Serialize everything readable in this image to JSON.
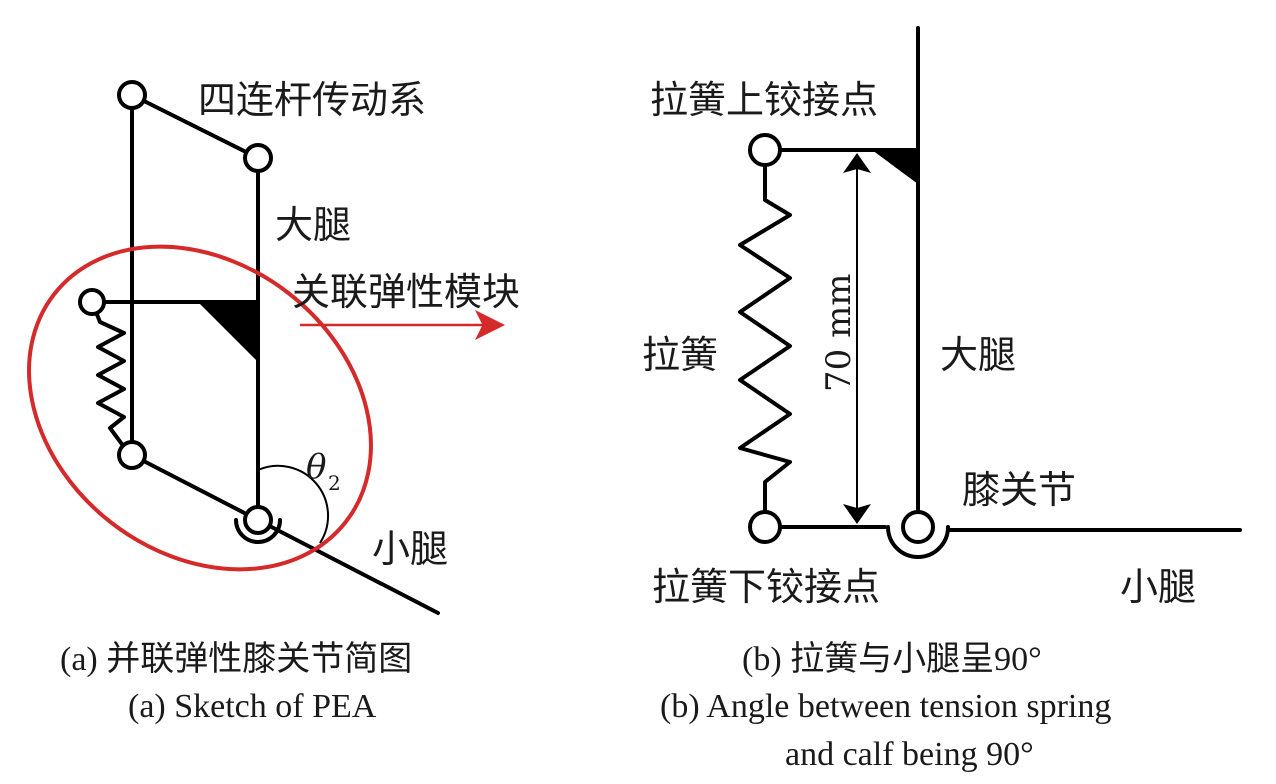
{
  "panel_a": {
    "label_linkage": "四连杆传动系",
    "label_thigh": "大腿",
    "label_module": "关联弹性模块",
    "label_angle_symbol": "θ",
    "label_angle_sub": "2",
    "label_calf": "小腿",
    "caption_cn": "(a) 并联弹性膝关节简图",
    "caption_en": "(a) Sketch of  PEA"
  },
  "panel_b": {
    "label_upper_hinge": "拉簧上铰接点",
    "label_spring": "拉簧",
    "label_dimension": "70 mm",
    "label_thigh": "大腿",
    "label_knee": "膝关节",
    "label_lower_hinge": "拉簧下铰接点",
    "label_calf": "小腿",
    "caption_cn": "(b) 拉簧与小腿呈90°",
    "caption_en_line1": "(b) Angle between tension spring",
    "caption_en_line2": "and calf  being 90°"
  },
  "colors": {
    "highlight": "#d42a2a",
    "line": "#000000",
    "text": "#1a1a1a"
  }
}
